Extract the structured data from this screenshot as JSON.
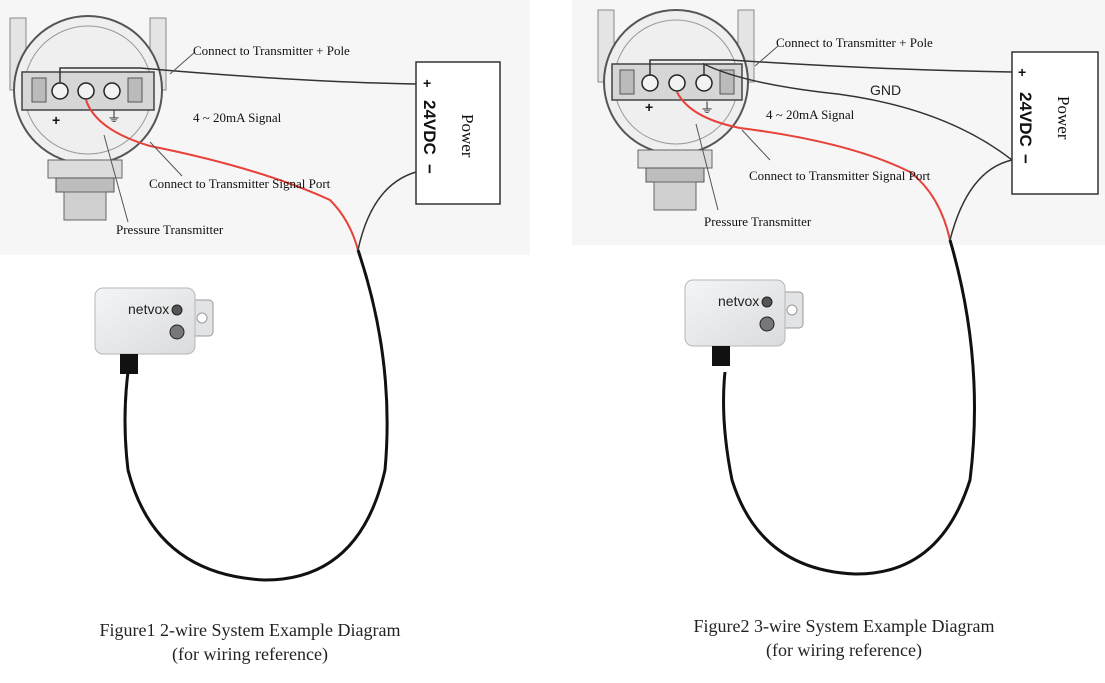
{
  "figure1": {
    "label_plus_pole": "Connect to Transmitter + Pole",
    "label_signal": "4 ~ 20mA Signal",
    "label_signal_port": "Connect to Transmitter Signal Port",
    "label_transmitter": "Pressure Transmitter",
    "power_voltage": "24VDC",
    "power_title": "Power",
    "plus_sign": "+",
    "minus_sign": "−",
    "device_brand": "netvox",
    "caption_line1": "Figure1 2-wire System Example Diagram",
    "caption_line2": "(for wiring reference)"
  },
  "figure2": {
    "label_plus_pole": "Connect to Transmitter + Pole",
    "label_gnd": "GND",
    "label_signal": "4 ~ 20mA Signal",
    "label_signal_port": "Connect to Transmitter Signal Port",
    "label_transmitter": "Pressure Transmitter",
    "power_voltage": "24VDC",
    "power_title": "Power",
    "plus_sign": "+",
    "minus_sign": "−",
    "device_brand": "netvox",
    "caption_line1": "Figure2 3-wire System Example Diagram",
    "caption_line2": "(for wiring reference)"
  },
  "colors": {
    "signal_wire": "#e8413a",
    "cable": "#111111",
    "device_body": "#e9eaec",
    "device_logo": "#6cbf3f"
  }
}
